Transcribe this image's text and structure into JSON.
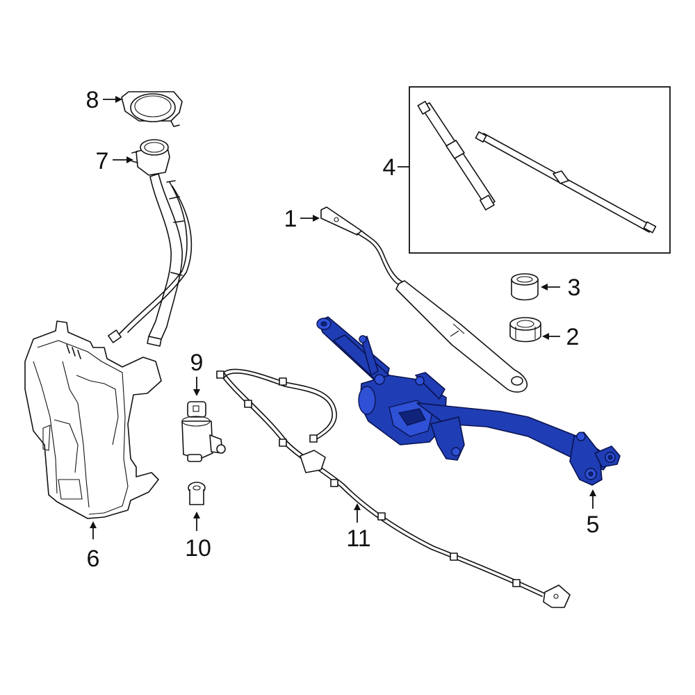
{
  "diagram": {
    "callouts": [
      {
        "id": "1",
        "label": "1"
      },
      {
        "id": "2",
        "label": "2"
      },
      {
        "id": "3",
        "label": "3"
      },
      {
        "id": "4",
        "label": "4"
      },
      {
        "id": "5",
        "label": "5"
      },
      {
        "id": "6",
        "label": "6"
      },
      {
        "id": "7",
        "label": "7"
      },
      {
        "id": "8",
        "label": "8"
      },
      {
        "id": "9",
        "label": "9"
      },
      {
        "id": "10",
        "label": "10"
      },
      {
        "id": "11",
        "label": "11"
      }
    ],
    "colors": {
      "highlight": "#1f3db4",
      "outline": "#111111",
      "background": "#ffffff"
    }
  }
}
